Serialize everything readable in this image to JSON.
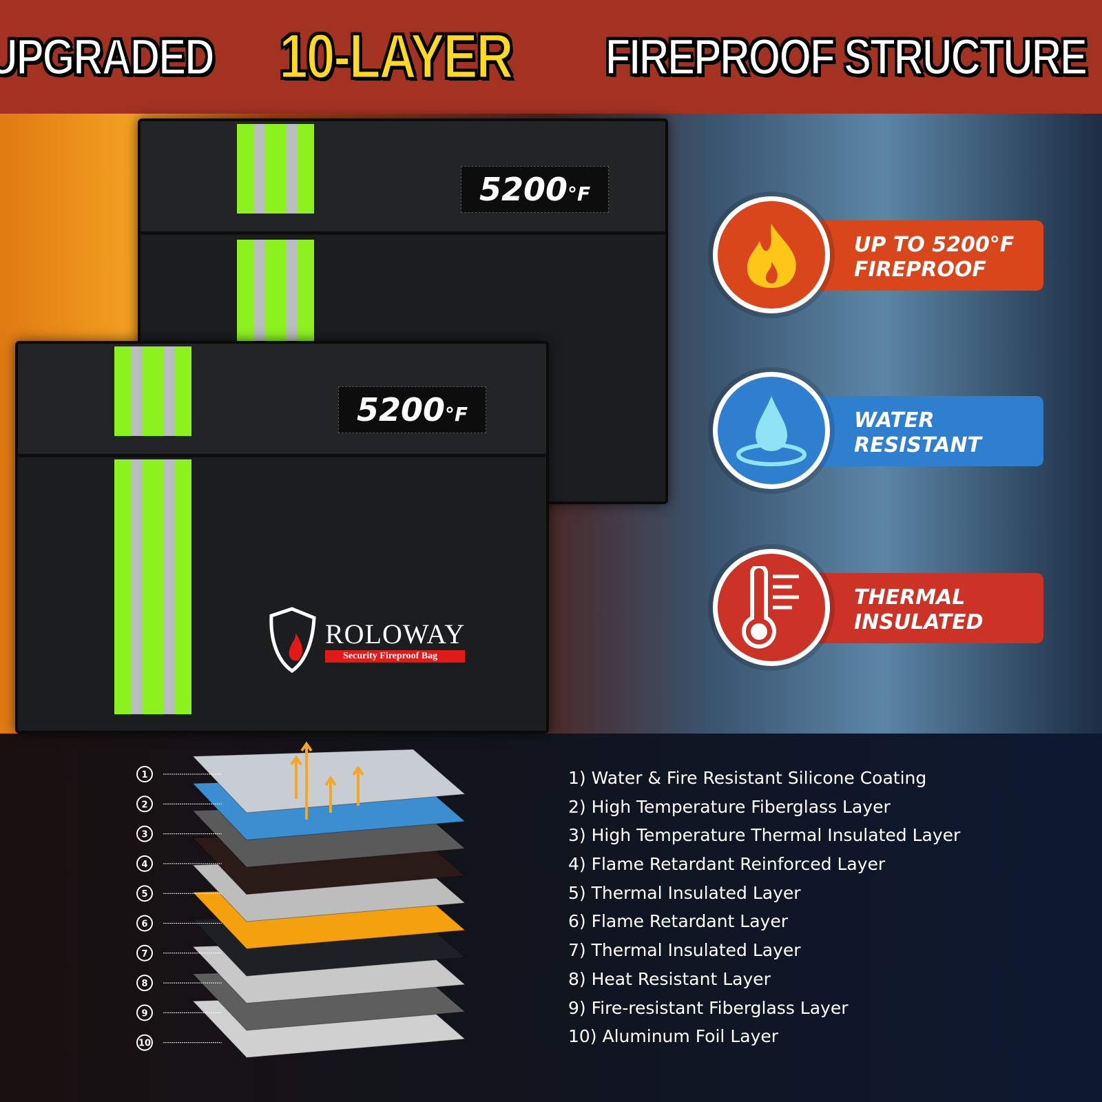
{
  "header": {
    "part1": "UPGRADED",
    "highlight": "10-LAYER",
    "part2": "FIREPROOF STRUCTURE"
  },
  "bags": {
    "temperature": "5200",
    "unit": "°F",
    "brand": "ROLOWAY",
    "tagline": "Security Fireproof Bag"
  },
  "features": [
    {
      "line1": "UP TO 5200°F",
      "line2": "FIREPROOF",
      "icon": "flame-icon",
      "color": "#d9461c"
    },
    {
      "line1": "WATER",
      "line2": "RESISTANT",
      "icon": "water-drop-icon",
      "color": "#2f7fd0"
    },
    {
      "line1": "THERMAL",
      "line2": "INSULATED",
      "icon": "thermometer-icon",
      "color": "#cc3226"
    }
  ],
  "layers": {
    "markers": [
      "①",
      "②",
      "③",
      "④",
      "⑤",
      "⑥",
      "⑦",
      "⑧",
      "⑨",
      "⑩"
    ],
    "colors": [
      "#c8cdd4",
      "#3b8ed0",
      "#5a5a5a",
      "#2a1a18",
      "#bdbdbd",
      "#f5a00e",
      "#1d2126",
      "#c8c8c8",
      "#5e5e5e",
      "#d0d0d0"
    ],
    "items": [
      "1) Water & Fire Resistant Silicone Coating",
      "2) High Temperature Fiberglass Layer",
      "3) High Temperature Thermal Insulated Layer",
      "4) Flame Retardant Reinforced Layer",
      "5) Thermal Insulated Layer",
      "6) Flame Retardant Layer",
      "7) Thermal Insulated Layer",
      "8) Heat Resistant Layer",
      "9) Fire-resistant Fiberglass Layer",
      "10) Aluminum Foil Layer"
    ]
  }
}
